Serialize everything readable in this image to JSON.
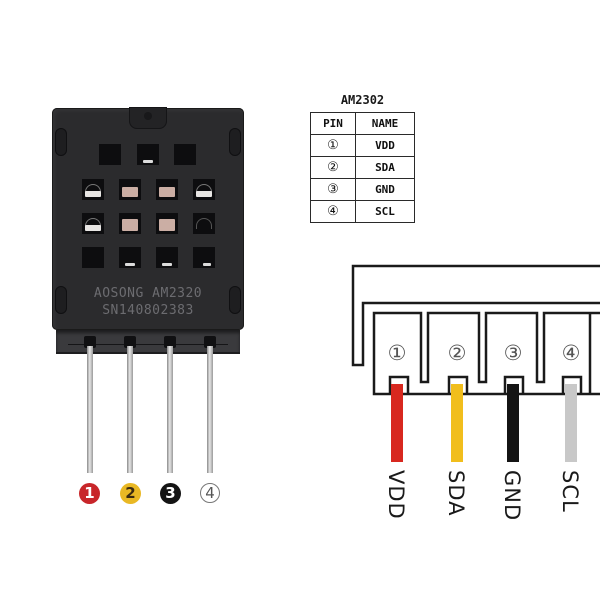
{
  "sensor": {
    "brand_print": "AOSONG AM2320",
    "serial_print": "SN140802383",
    "pins": [
      {
        "number": "1",
        "badge_color": "#c8262a",
        "badge_text_color": "#ffffff",
        "badge_style": "filled"
      },
      {
        "number": "2",
        "badge_color": "#e9b824",
        "badge_text_color": "#3a2a10",
        "badge_style": "filled"
      },
      {
        "number": "3",
        "badge_color": "#141414",
        "badge_text_color": "#ffffff",
        "badge_style": "filled"
      },
      {
        "number": "4",
        "badge_color": "#ffffff",
        "badge_text_color": "#555555",
        "badge_style": "outline"
      }
    ]
  },
  "pin_table": {
    "title": "AM2302",
    "headers": [
      "PIN",
      "NAME"
    ],
    "rows": [
      {
        "pin": "①",
        "name": "VDD"
      },
      {
        "pin": "②",
        "name": "SDA"
      },
      {
        "pin": "③",
        "name": "GND"
      },
      {
        "pin": "④",
        "name": "SCL"
      }
    ]
  },
  "connector": {
    "slots": [
      {
        "number": "①",
        "label": "VDD",
        "wire_color": "#d8281f"
      },
      {
        "number": "②",
        "label": "SDA",
        "wire_color": "#f1be1c"
      },
      {
        "number": "③",
        "label": "GND",
        "wire_color": "#141414"
      },
      {
        "number": "④",
        "label": "SCL",
        "wire_color": "#c8c8c8"
      }
    ]
  }
}
